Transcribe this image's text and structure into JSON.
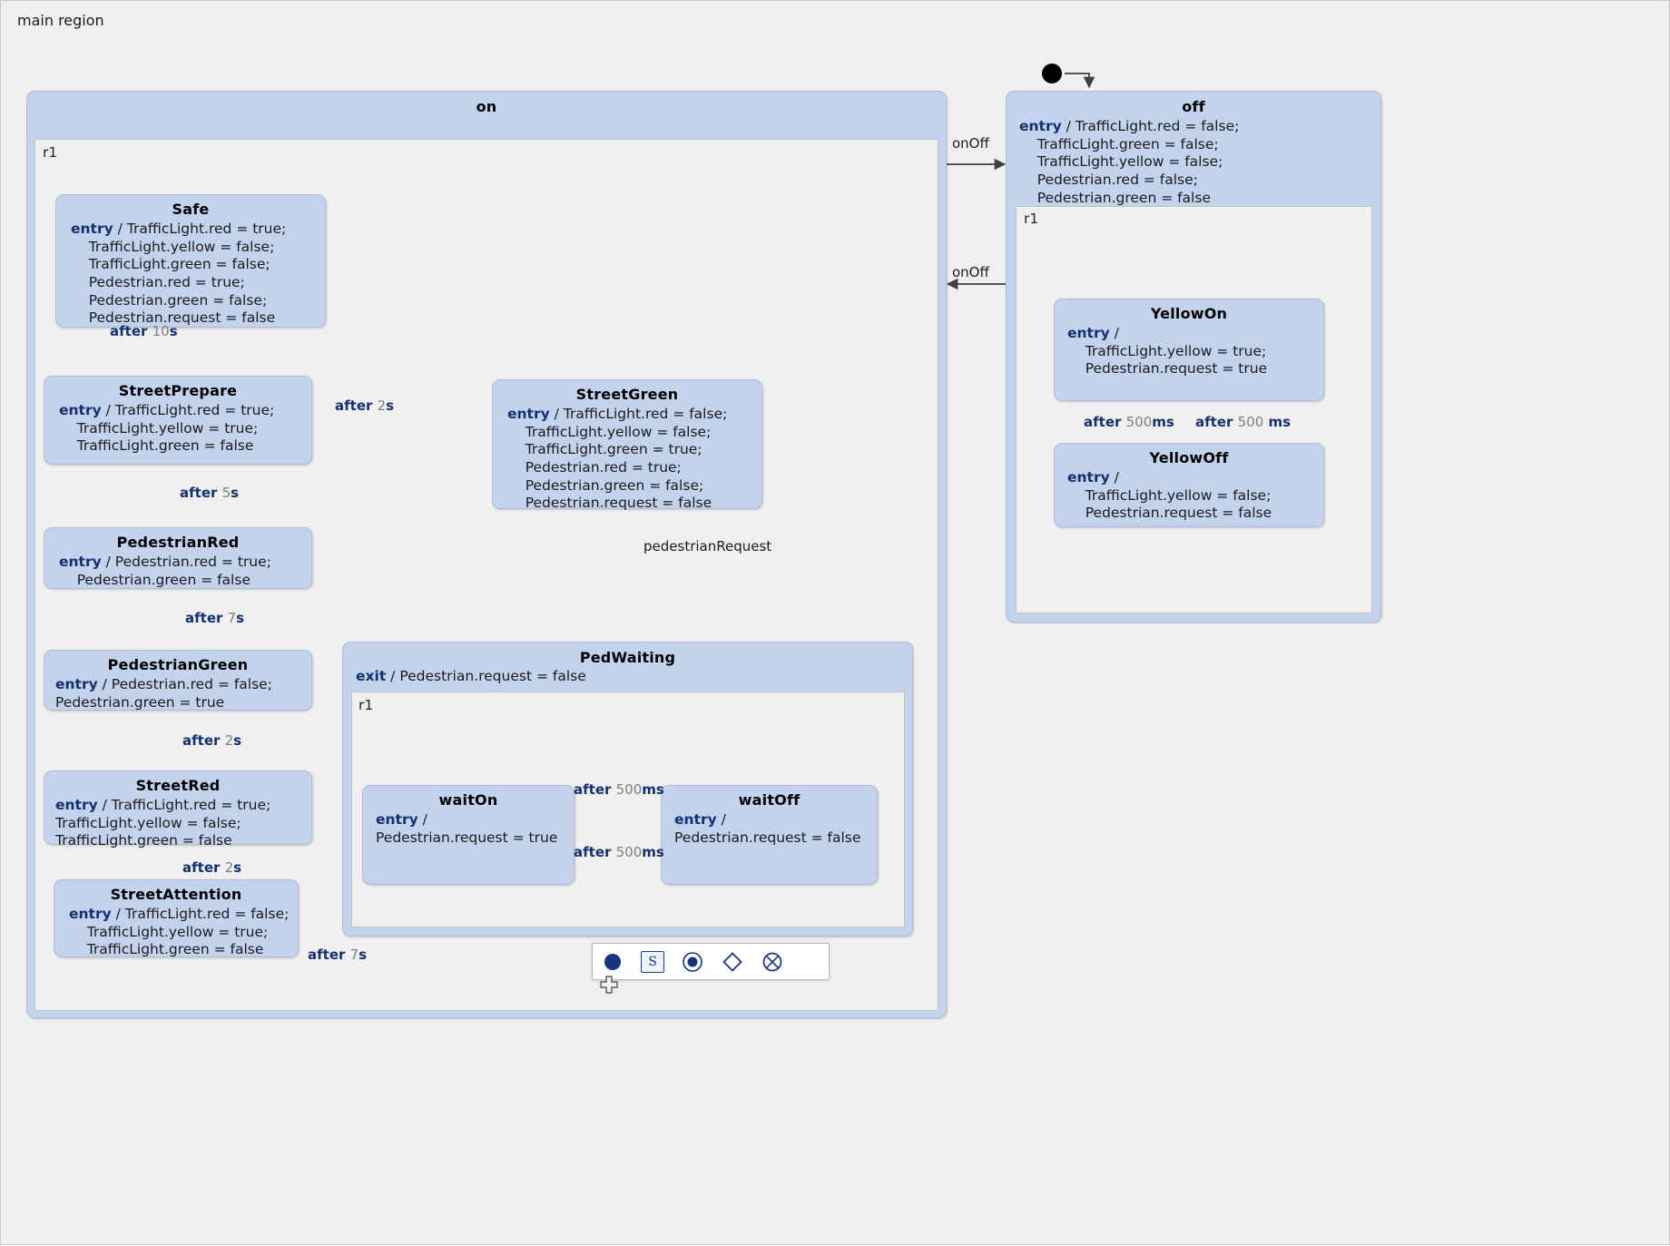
{
  "diagram": {
    "root_region_label": "main region",
    "states": {
      "on": {
        "name": "on",
        "region_label": "r1"
      },
      "off": {
        "name": "off",
        "entry": "entry / TrafficLight.red = false;\n    TrafficLight.green = false;\n    TrafficLight.yellow = false;\n    Pedestrian.red = false;\n    Pedestrian.green = false",
        "region_label": "r1"
      },
      "safe": {
        "name": "Safe",
        "entry": "entry / TrafficLight.red = true;\n    TrafficLight.yellow = false;\n    TrafficLight.green = false;\n    Pedestrian.red = true;\n    Pedestrian.green = false;\n    Pedestrian.request = false"
      },
      "street_prepare": {
        "name": "StreetPrepare",
        "entry": "entry / TrafficLight.red = true;\n    TrafficLight.yellow = true;\n    TrafficLight.green = false"
      },
      "street_green": {
        "name": "StreetGreen",
        "entry": "entry / TrafficLight.red = false;\n    TrafficLight.yellow = false;\n    TrafficLight.green = true;\n    Pedestrian.red = true;\n    Pedestrian.green = false;\n    Pedestrian.request = false"
      },
      "pedestrian_red": {
        "name": "PedestrianRed",
        "entry": "entry / Pedestrian.red = true;\n    Pedestrian.green = false"
      },
      "pedestrian_green": {
        "name": "PedestrianGreen",
        "entry": "entry / Pedestrian.red = false;\nPedestrian.green = true"
      },
      "street_red": {
        "name": "StreetRed",
        "entry": "entry / TrafficLight.red = true;\nTrafficLight.yellow = false;\nTrafficLight.green = false"
      },
      "street_attention": {
        "name": "StreetAttention",
        "entry": "entry / TrafficLight.red = false;\n    TrafficLight.yellow = true;\n    TrafficLight.green = false"
      },
      "ped_waiting": {
        "name": "PedWaiting",
        "exit": "exit / Pedestrian.request = false",
        "region_label": "r1"
      },
      "wait_on": {
        "name": "waitOn",
        "entry": "entry /\nPedestrian.request = true"
      },
      "wait_off": {
        "name": "waitOff",
        "entry": "entry /\nPedestrian.request = false"
      },
      "yellow_on": {
        "name": "YellowOn",
        "entry": "entry /\n    TrafficLight.yellow = true;\n    Pedestrian.request = true"
      },
      "yellow_off": {
        "name": "YellowOff",
        "entry": "entry /\n    TrafficLight.yellow = false;\n    Pedestrian.request = false"
      }
    },
    "transitions": [
      {
        "id": "t_on_off",
        "kw": "",
        "num": "",
        "unit": "",
        "plain": "onOff"
      },
      {
        "id": "t_off_on",
        "kw": "",
        "num": "",
        "unit": "",
        "plain": "onOff"
      },
      {
        "id": "t_safe_prepare",
        "kw": "after",
        "num": "10",
        "unit": "s"
      },
      {
        "id": "t_prepare_green",
        "kw": "after",
        "num": "2",
        "unit": "s"
      },
      {
        "id": "t_pedred_prepare",
        "kw": "after",
        "num": "5",
        "unit": "s"
      },
      {
        "id": "t_pedgreen_pedred",
        "kw": "after",
        "num": "7",
        "unit": "s"
      },
      {
        "id": "t_streetred_pedgrn",
        "kw": "after",
        "num": "2",
        "unit": "s"
      },
      {
        "id": "t_attention_strred",
        "kw": "after",
        "num": "2",
        "unit": "s"
      },
      {
        "id": "t_pedwait_attention",
        "kw": "after",
        "num": "7",
        "unit": "s"
      },
      {
        "id": "t_green_pedwaiting",
        "kw": "",
        "num": "",
        "unit": "",
        "plain": "pedestrianRequest"
      },
      {
        "id": "t_waiton_waitoff",
        "kw": "after",
        "num": "500",
        "unit": "ms"
      },
      {
        "id": "t_waitoff_waiton",
        "kw": "after",
        "num": "500",
        "unit": "ms"
      },
      {
        "id": "t_yellowon_off",
        "kw": "after",
        "num": "500",
        "unit": "ms"
      },
      {
        "id": "t_yellowoff_on",
        "kw": "after",
        "num": "500",
        "unit": "ms"
      }
    ]
  },
  "palette": {
    "items": [
      {
        "id": "initial-state",
        "icon": "filled-circle-icon",
        "label": ""
      },
      {
        "id": "state",
        "icon": "state-s-icon",
        "label": "S"
      },
      {
        "id": "composite-state",
        "icon": "target-circle-icon",
        "label": ""
      },
      {
        "id": "choice",
        "icon": "diamond-icon",
        "label": ""
      },
      {
        "id": "exit-node",
        "icon": "crossed-circle-icon",
        "label": ""
      }
    ]
  },
  "colors": {
    "state_fill": "#c3d3ee",
    "canvas_bg": "#f0f0f0",
    "region_bg": "#f0f0f0",
    "keyword": "#15306e",
    "number": "#7f7f7f",
    "edge": "#404040"
  }
}
